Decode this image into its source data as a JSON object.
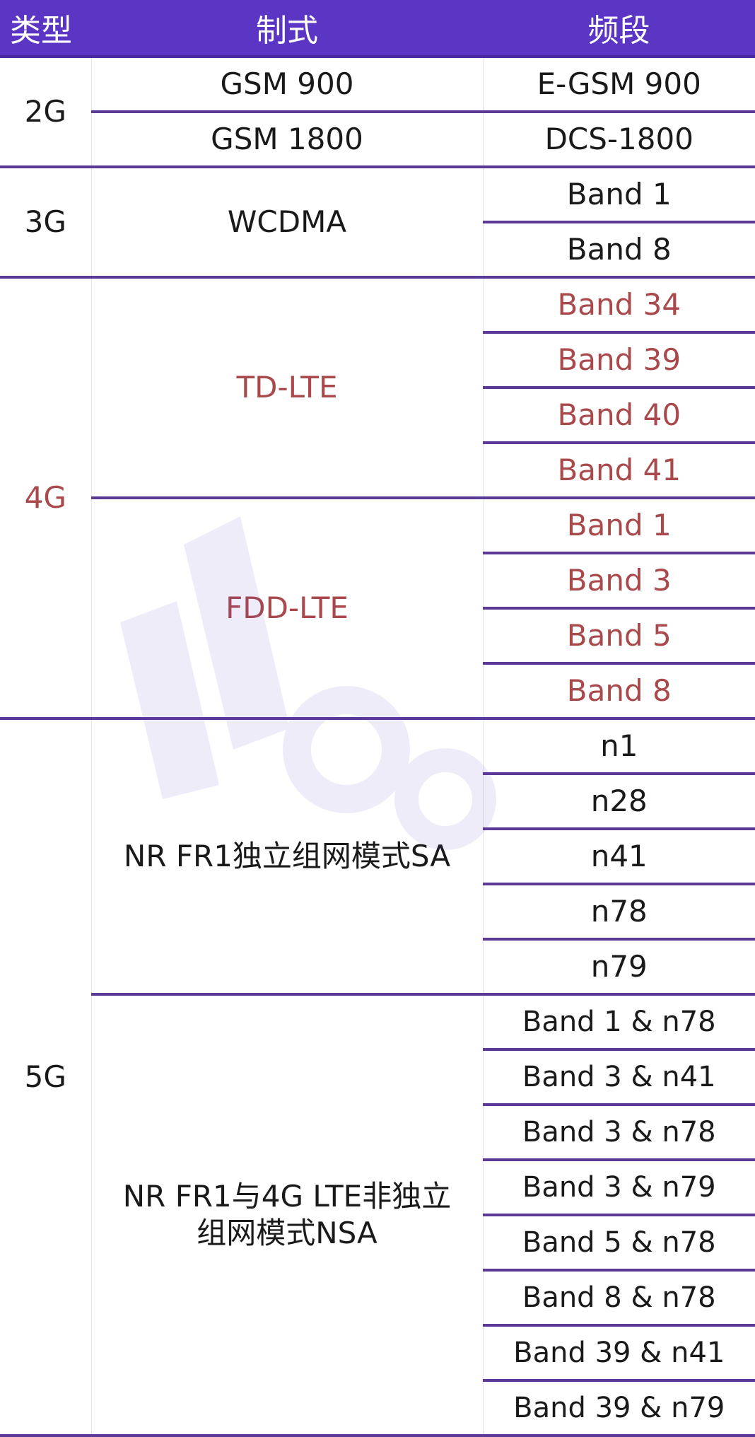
{
  "header": {
    "col_type": "类型",
    "col_standard": "制式",
    "col_band": "频段"
  },
  "colors": {
    "header_bg": "#5b36c4",
    "divider": "#5a3a96",
    "highlight_text": "#a9494c"
  },
  "groups": {
    "g2": {
      "type": "2G",
      "gsm900": {
        "standard": "GSM 900",
        "band": "E-GSM 900"
      },
      "gsm1800": {
        "standard": "GSM 1800",
        "band": "DCS-1800"
      }
    },
    "g3": {
      "type": "3G",
      "standard": "WCDMA",
      "bands": [
        "Band 1",
        "Band 8"
      ]
    },
    "g4": {
      "type": "4G",
      "tdd": {
        "standard": "TD-LTE",
        "bands": [
          "Band 34",
          "Band 39",
          "Band 40",
          "Band 41"
        ]
      },
      "fdd": {
        "standard": "FDD-LTE",
        "bands": [
          "Band 1",
          "Band 3",
          "Band 5",
          "Band 8"
        ]
      }
    },
    "g5": {
      "type": "5G",
      "sa": {
        "standard": "NR FR1独立组网模式SA",
        "bands": [
          "n1",
          "n28",
          "n41",
          "n78",
          "n79"
        ]
      },
      "nsa": {
        "standard_line1": "NR FR1与4G LTE非独立",
        "standard_line2": "组网模式NSA",
        "bands": [
          "Band 1 & n78",
          "Band 3 & n41",
          "Band 3 & n78",
          "Band 3 & n79",
          "Band 5 & n78",
          "Band 8 & n78",
          "Band 39 & n41",
          "Band 39 & n79"
        ]
      }
    }
  }
}
